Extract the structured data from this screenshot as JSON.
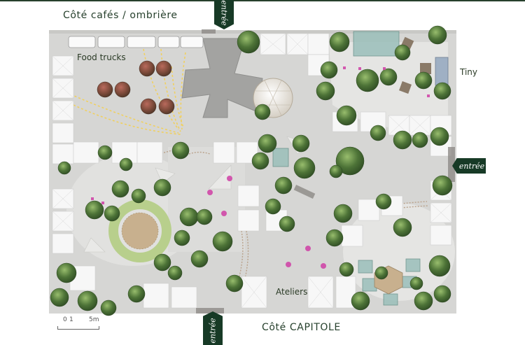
{
  "labels": {
    "top_side": "Côté cafés / ombrière",
    "bottom_side": "Côté CAPITOLE",
    "food_trucks": "Food trucks",
    "tiny": "Tiny",
    "ateliers": "Ateliers"
  },
  "entrances": {
    "top": "entrée",
    "right": "entrée",
    "bottom": "entrée"
  },
  "scale": {
    "zero": "0",
    "one": "1",
    "five": "5m"
  },
  "colors": {
    "entrance": "#173a26",
    "title_text": "#26402c",
    "ground": "#d6d6d4",
    "plaza": "#e5e5e3",
    "tree": "#4d7337",
    "tree_light": "#7ea35a",
    "canopy": "#f7f7f7",
    "garden_ring": "#b8cf8c",
    "path_dots": "#f0d060",
    "stall_pink": "#d048a8",
    "greenhouse": "#7aa6a0",
    "cross_plaza": "#9a9a9a"
  }
}
